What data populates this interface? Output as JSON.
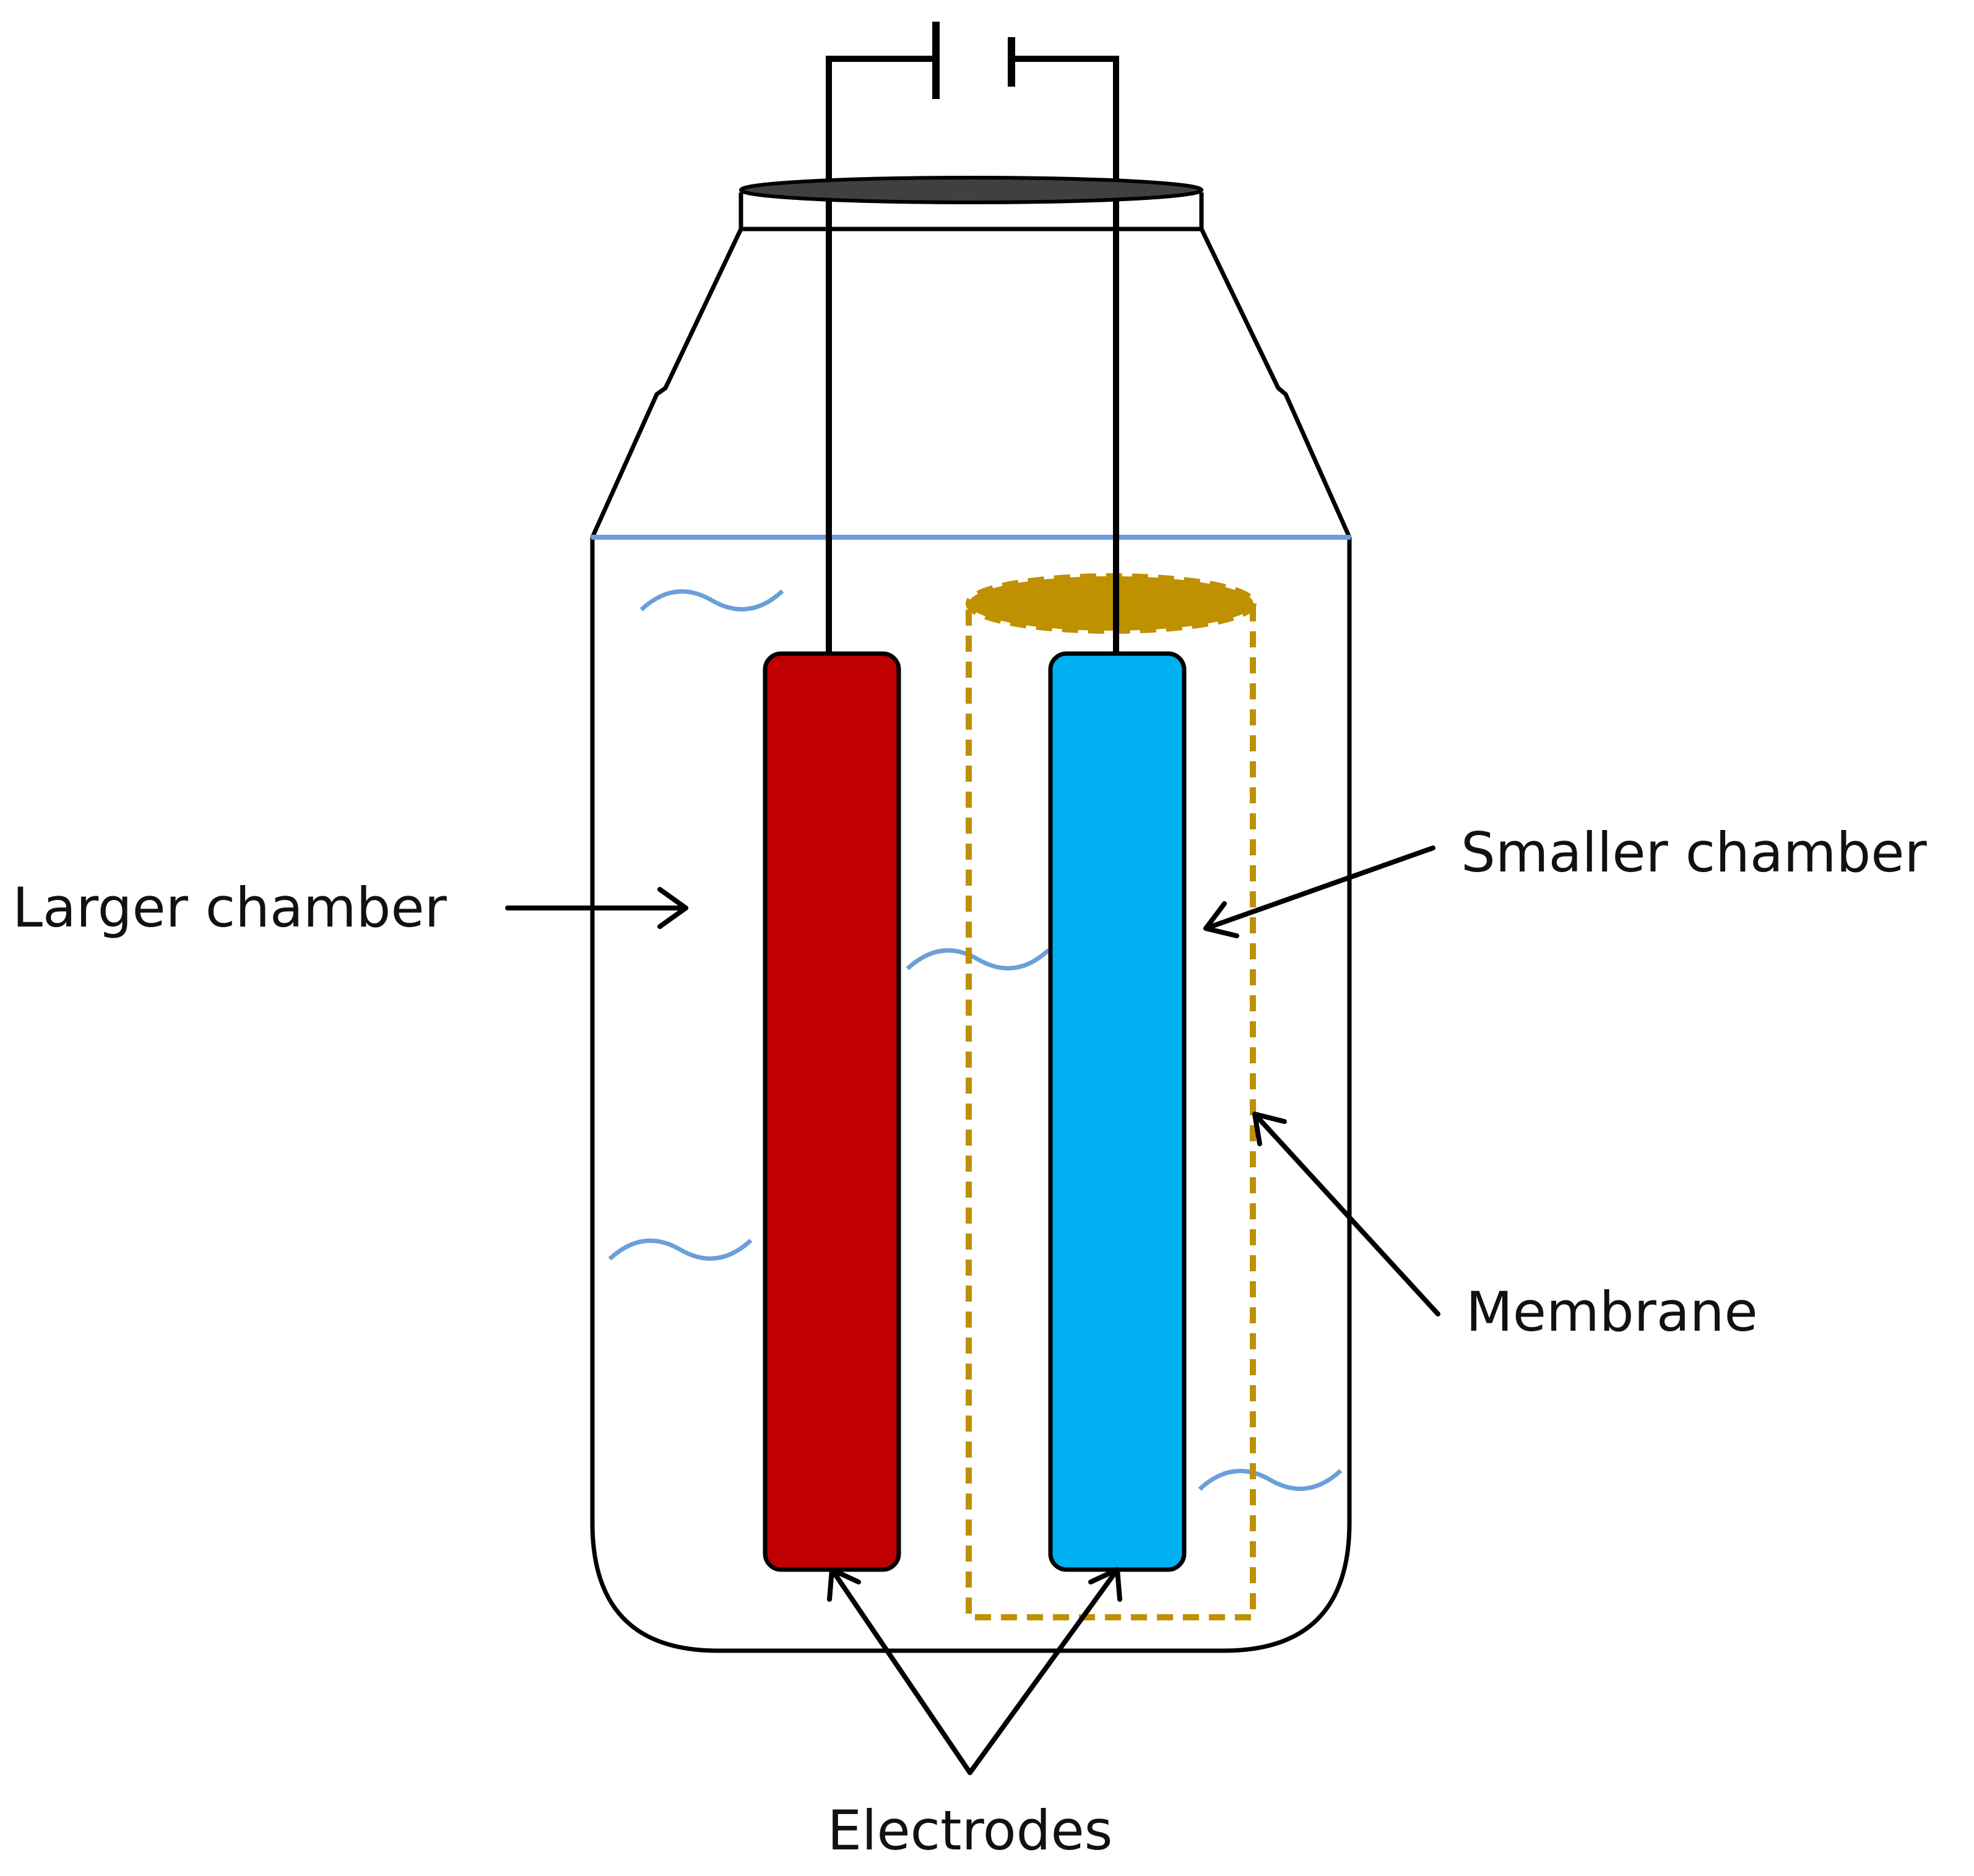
{
  "labels": {
    "larger_chamber": "Larger chamber",
    "smaller_chamber": "Smaller chamber",
    "membrane": "Membrane",
    "electrodes": "Electrodes"
  },
  "colors": {
    "anode": "#C00000",
    "cathode": "#00B0F0",
    "membrane": "#BF9000",
    "water_line": "#6A9FD8",
    "lid": "#404040",
    "outline": "#000000"
  }
}
